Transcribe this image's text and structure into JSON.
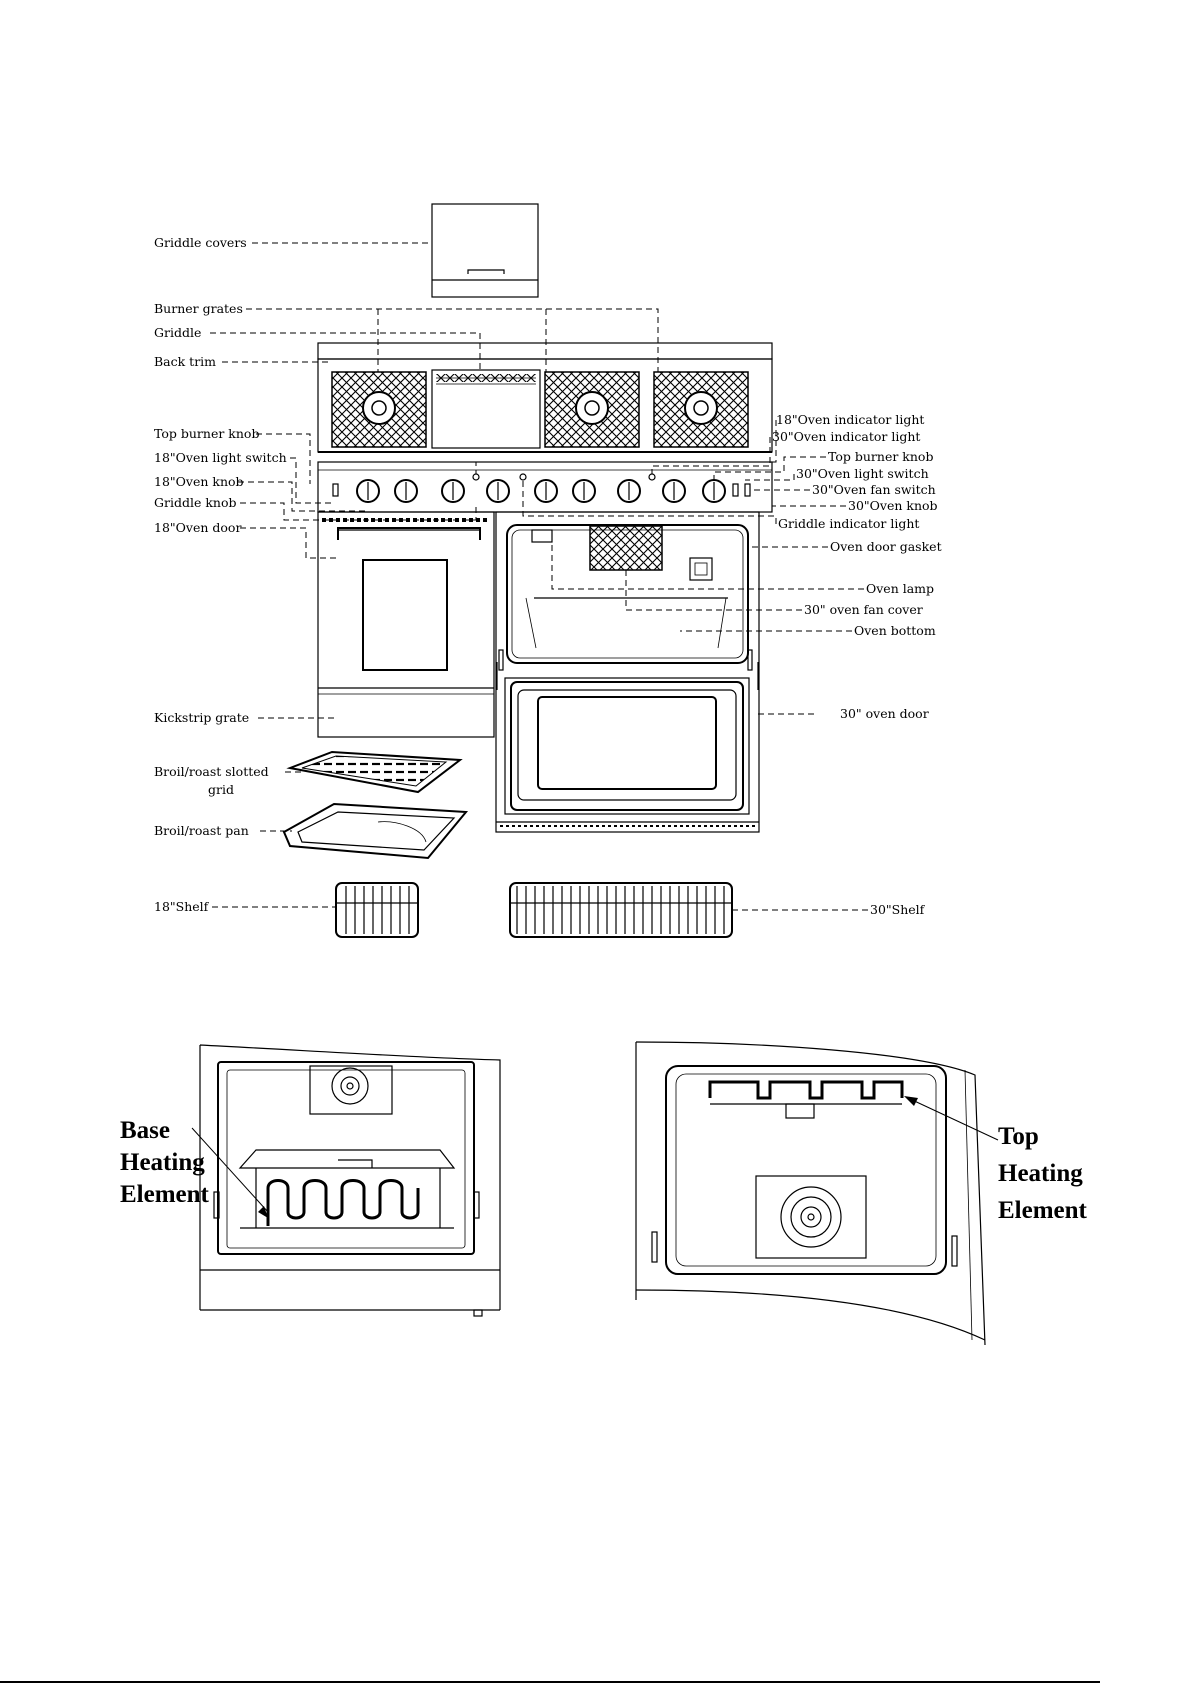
{
  "labels_left": {
    "griddle_covers": "Griddle covers",
    "burner_grates": "Burner grates",
    "griddle": "Griddle",
    "back_trim": "Back trim",
    "top_burner_knob": "Top burner knob",
    "oven18_light_switch": "18\"Oven light switch",
    "oven18_knob": "18\"Oven knob",
    "griddle_knob": "Griddle knob",
    "oven18_door": "18\"Oven door",
    "kickstrip_grate": "Kickstrip grate",
    "broil_grid_1": "Broil/roast slotted",
    "broil_grid_2": "grid",
    "broil_pan": "Broil/roast pan",
    "shelf18": "18\"Shelf"
  },
  "labels_right": {
    "oven18_indicator": "18\"Oven indicator light",
    "oven30_indicator": "30\"Oven indicator light",
    "top_burner_knob": "Top burner knob",
    "oven30_light_switch": "30\"Oven light switch",
    "oven30_fan_switch": "30\"Oven fan switch",
    "oven30_knob": "30\"Oven knob",
    "griddle_indicator": "Griddle indicator light",
    "oven_door_gasket": "Oven door gasket",
    "oven_lamp": "Oven lamp",
    "fan_cover": "30\" oven fan cover",
    "oven_bottom": "Oven bottom",
    "oven30_door": "30\" oven door",
    "shelf30": "30\"Shelf"
  },
  "callouts": {
    "base_1": "Base",
    "base_2": "Heating",
    "base_3": "Element",
    "top_1": "Top",
    "top_2": "Heating",
    "top_3": "Element"
  }
}
